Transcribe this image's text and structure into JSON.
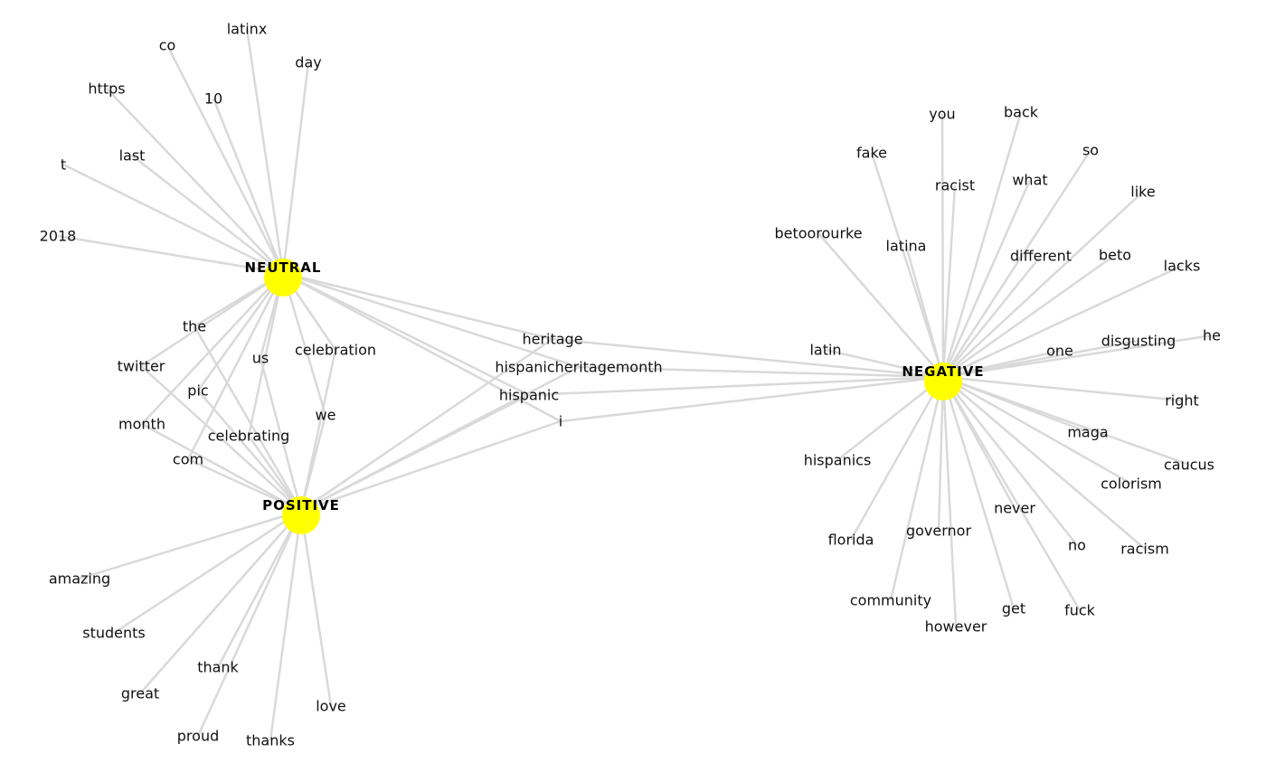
{
  "hubs": {
    "neutral": "NEUTRAL",
    "positive": "POSITIVE",
    "negative": "NEGATIVE"
  },
  "colors": {
    "hub": "#ffff00",
    "edge": "#d9d9d9",
    "text": "#111111"
  },
  "terms": [
    {
      "label": "co",
      "links": [
        "neutral"
      ]
    },
    {
      "label": "latinx",
      "links": [
        "neutral"
      ]
    },
    {
      "label": "day",
      "links": [
        "neutral"
      ]
    },
    {
      "label": "https",
      "links": [
        "neutral"
      ]
    },
    {
      "label": "10",
      "links": [
        "neutral"
      ]
    },
    {
      "label": "last",
      "links": [
        "neutral"
      ]
    },
    {
      "label": "t",
      "links": [
        "neutral"
      ]
    },
    {
      "label": "2018",
      "links": [
        "neutral"
      ]
    },
    {
      "label": "the",
      "links": [
        "neutral",
        "positive"
      ]
    },
    {
      "label": "twitter",
      "links": [
        "neutral",
        "positive"
      ]
    },
    {
      "label": "pic",
      "links": [
        "neutral",
        "positive"
      ]
    },
    {
      "label": "month",
      "links": [
        "neutral",
        "positive"
      ]
    },
    {
      "label": "celebrating",
      "links": [
        "neutral",
        "positive"
      ]
    },
    {
      "label": "com",
      "links": [
        "neutral",
        "positive"
      ]
    },
    {
      "label": "us",
      "links": [
        "neutral",
        "positive"
      ]
    },
    {
      "label": "celebration",
      "links": [
        "neutral",
        "positive"
      ]
    },
    {
      "label": "we",
      "links": [
        "neutral",
        "positive"
      ]
    },
    {
      "label": "heritage",
      "links": [
        "neutral",
        "positive",
        "negative"
      ]
    },
    {
      "label": "hispanicheritagemonth",
      "links": [
        "neutral",
        "positive",
        "negative"
      ]
    },
    {
      "label": "hispanic",
      "links": [
        "neutral",
        "positive",
        "negative"
      ]
    },
    {
      "label": "i",
      "links": [
        "neutral",
        "positive",
        "negative"
      ]
    },
    {
      "label": "amazing",
      "links": [
        "positive"
      ]
    },
    {
      "label": "students",
      "links": [
        "positive"
      ]
    },
    {
      "label": "great",
      "links": [
        "positive"
      ]
    },
    {
      "label": "thank",
      "links": [
        "positive"
      ]
    },
    {
      "label": "proud",
      "links": [
        "positive"
      ]
    },
    {
      "label": "thanks",
      "links": [
        "positive"
      ]
    },
    {
      "label": "love",
      "links": [
        "positive"
      ]
    },
    {
      "label": "you",
      "links": [
        "negative"
      ]
    },
    {
      "label": "back",
      "links": [
        "negative"
      ]
    },
    {
      "label": "so",
      "links": [
        "negative"
      ]
    },
    {
      "label": "fake",
      "links": [
        "negative"
      ]
    },
    {
      "label": "racist",
      "links": [
        "negative"
      ]
    },
    {
      "label": "what",
      "links": [
        "negative"
      ]
    },
    {
      "label": "like",
      "links": [
        "negative"
      ]
    },
    {
      "label": "betoorourke",
      "links": [
        "negative"
      ]
    },
    {
      "label": "latina",
      "links": [
        "negative"
      ]
    },
    {
      "label": "different",
      "links": [
        "negative"
      ]
    },
    {
      "label": "beto",
      "links": [
        "negative"
      ]
    },
    {
      "label": "lacks",
      "links": [
        "negative"
      ]
    },
    {
      "label": "latin",
      "links": [
        "negative"
      ]
    },
    {
      "label": "one",
      "links": [
        "negative"
      ]
    },
    {
      "label": "disgusting",
      "links": [
        "negative"
      ]
    },
    {
      "label": "he",
      "links": [
        "negative"
      ]
    },
    {
      "label": "right",
      "links": [
        "negative"
      ]
    },
    {
      "label": "maga",
      "links": [
        "negative"
      ]
    },
    {
      "label": "caucus",
      "links": [
        "negative"
      ]
    },
    {
      "label": "colorism",
      "links": [
        "negative"
      ]
    },
    {
      "label": "hispanics",
      "links": [
        "negative"
      ]
    },
    {
      "label": "florida",
      "links": [
        "negative"
      ]
    },
    {
      "label": "governor",
      "links": [
        "negative"
      ]
    },
    {
      "label": "never",
      "links": [
        "negative"
      ]
    },
    {
      "label": "no",
      "links": [
        "negative"
      ]
    },
    {
      "label": "racism",
      "links": [
        "negative"
      ]
    },
    {
      "label": "community",
      "links": [
        "negative"
      ]
    },
    {
      "label": "however",
      "links": [
        "negative"
      ]
    },
    {
      "label": "get",
      "links": [
        "negative"
      ]
    },
    {
      "label": "fuck",
      "links": [
        "negative"
      ]
    }
  ]
}
